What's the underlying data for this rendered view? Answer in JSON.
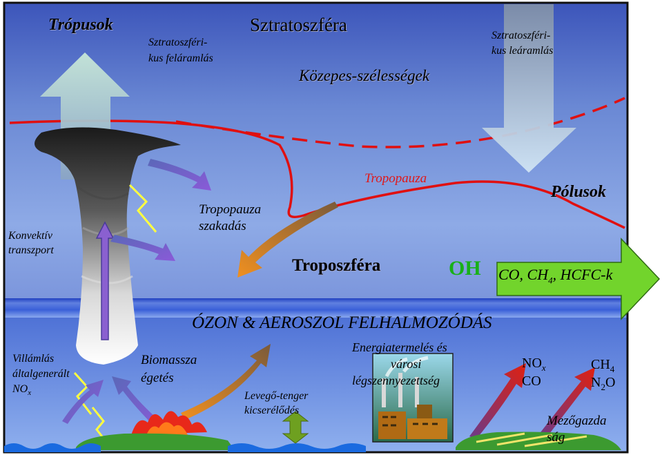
{
  "labels": {
    "tropusok": "Trópusok",
    "strat_up_1": "Sztratoszféri-",
    "strat_up_2": "kus feláramlás",
    "sztratoszfera": "Sztratoszféra",
    "kozepes": "Közepes-szélességek",
    "strat_down_1": "Sztratoszféri-",
    "strat_down_2": "kus leáramlás",
    "konvektiv_1": "Konvektív",
    "konvektiv_2": "transzport",
    "tropopauza_szakadas_1": "Tropopauza",
    "tropopauza_szakadas_2": "szakadás",
    "tropopauza": "Tropopauza",
    "polusok": "Pólusok",
    "troposzfera": "Troposzféra",
    "oh": "OH",
    "co_ch4_prefix": "CO, CH",
    "co_ch4_sub": "4",
    "co_ch4_suffix": ", HCFC-k",
    "ozon_aeroszol": "ÓZON & AEROSZOL  FELHALMOZÓDÁS",
    "villamlas_1": "Villámlás",
    "villamlas_2": "általgenerált",
    "villamlas_3_main": "NO",
    "villamlas_3_sub": "x",
    "biomassza_1": "Biomassza",
    "biomassza_2": "égetés",
    "energia_1": "Energiatermelés és",
    "energia_2": "városi",
    "energia_3": "légszennyezettség",
    "levego_1": "Levegő-tenger",
    "levego_2": "kicserélődés",
    "nox_main": "NO",
    "nox_sub": "x",
    "co": "CO",
    "ch4_main": "CH",
    "ch4_sub": "4",
    "n2o_a": "N",
    "n2o_sub": "2",
    "n2o_b": "O",
    "mezogazdasag_1": "Mezőgazda",
    "mezogazdasag_2": "ság"
  },
  "colors": {
    "sky_top": "#3a52b8",
    "sky_mid": "#6a88d2",
    "sky_low": "#8eaae6",
    "band": "#2c4fcf",
    "tropopause": "#e01010",
    "green_arrow": "#6ed02a",
    "oh": "#18b018",
    "flow_arrow": "#7b55c8",
    "orange_arrow": "#e8841a",
    "red_arrow": "#d83018"
  }
}
